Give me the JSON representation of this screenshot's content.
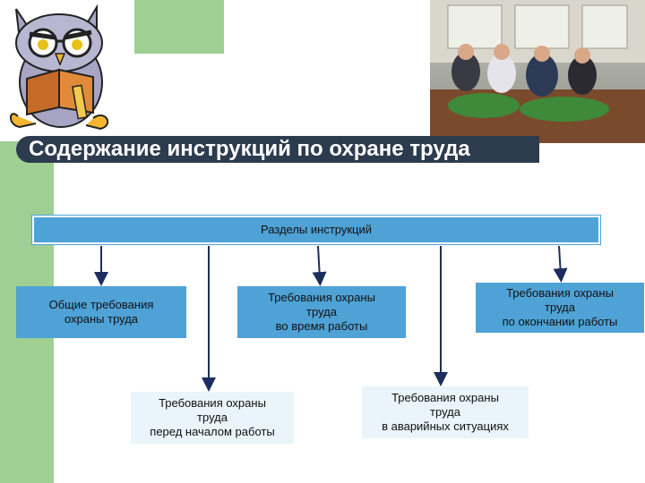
{
  "title": "Содержание инструкций по охране труда",
  "diagram": {
    "root": "Разделы инструкций",
    "sections": [
      "Общие требования\nохраны труда",
      "Требования охраны\nтруда\nперед началом работы",
      "Требования охраны\nтруда\nво время работы",
      "Требования охраны\nтруда\nв аварийных ситуациях",
      "Требования охраны\nтруда\nпо окончании работы"
    ]
  },
  "colors": {
    "box": "#4fa2d6",
    "title_bar": "#2d3b4e",
    "accent_green": "#9fcf93",
    "arrow": "#1c2e5e"
  },
  "icons": [
    "owl-reading-book-illustration",
    "meeting-room-photo"
  ]
}
